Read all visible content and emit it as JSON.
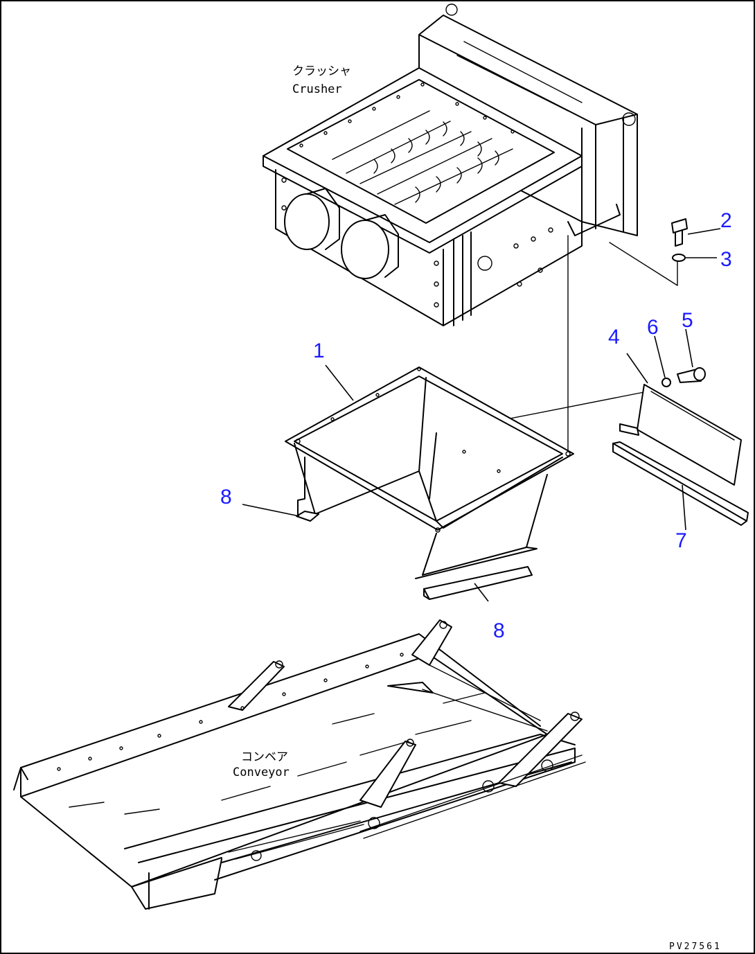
{
  "labels": {
    "crusher_jp": "クラッシャ",
    "crusher_en": "Crusher",
    "conveyor_jp": "コンベア",
    "conveyor_en": "Conveyor"
  },
  "callouts": [
    "1",
    "2",
    "3",
    "4",
    "5",
    "6",
    "7",
    "8",
    "8"
  ],
  "drawing_code": "PV27561"
}
